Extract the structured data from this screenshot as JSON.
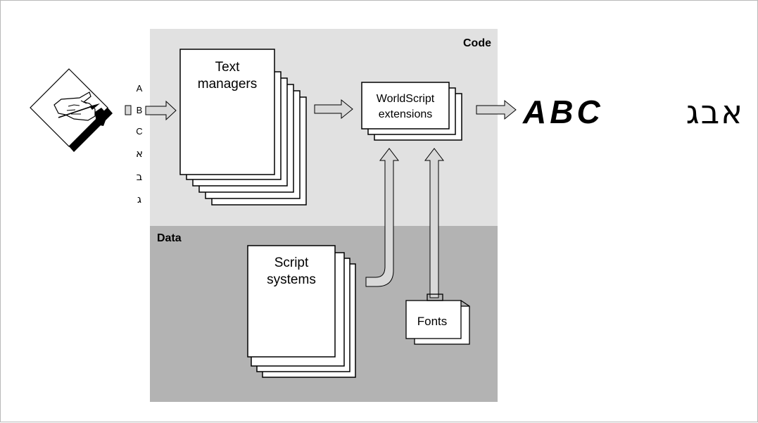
{
  "regions": {
    "code_label": "Code",
    "data_label": "Data"
  },
  "input_characters": {
    "latin": [
      "A",
      "B",
      "C"
    ],
    "hebrew": [
      "א",
      "ב",
      "ג"
    ]
  },
  "boxes": {
    "text_managers": [
      "Text",
      "managers"
    ],
    "worldscript_extensions": [
      "WorldScript",
      "extensions"
    ],
    "script_systems": [
      "Script",
      "systems"
    ],
    "fonts": "Fonts"
  },
  "output_text": {
    "latin": "ABC",
    "hebrew": "אבג"
  },
  "colors": {
    "code_region": "#e1e1e1",
    "data_region": "#b3b3b3",
    "arrow_fill": "#d9d9d9",
    "page_fill": "#ffffff",
    "ink": "#000000"
  },
  "icons": [
    "hand-writing-icon",
    "suitcase-icon"
  ]
}
